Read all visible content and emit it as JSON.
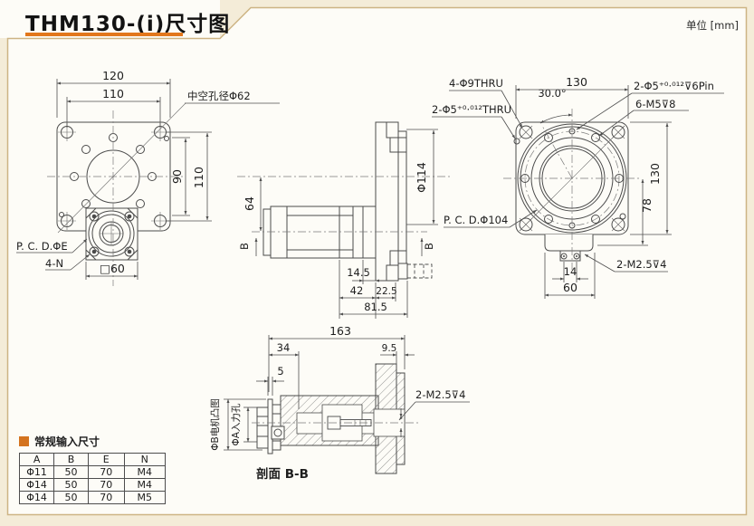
{
  "page": {
    "title": "THM130-(i)尺寸图",
    "unit": "单位 [mm]"
  },
  "front_view": {
    "dim_top_outer": "120",
    "dim_top_inner": "110",
    "dim_bolt_circle": "90",
    "dim_side_holes": "110",
    "label_bore": "中空孔径Φ62",
    "label_pcd": "P. C. D.ΦE",
    "label_holes": "4-N",
    "dim_square": "□60"
  },
  "side_view": {
    "dim_offset": "64",
    "dim_flange": "Φ114",
    "section_marker": "B",
    "dim_b1": "14.5",
    "dim_b2": "42",
    "dim_b3": "22.5",
    "dim_b4": "81.5"
  },
  "rear_view": {
    "label_corner": "4-Φ9THRU",
    "label_pin_thru": "2-Φ5⁺⁰·⁰¹²THRU",
    "dim_width": "130",
    "dim_angle": "30.0°",
    "label_pin_depth": "2-Φ5⁺⁰·⁰¹²⊽6Pin",
    "label_tap": "6-M5⊽8",
    "dim_height": "130",
    "dim_center_height": "78",
    "label_pcd": "P. C. D.Φ104",
    "label_connector": "2-M2.5⊽4",
    "dim_conn": "14",
    "dim_tab": "60"
  },
  "section_view": {
    "dim_total": "163",
    "dim_a": "34",
    "dim_b": "9.5",
    "dim_c": "5",
    "label_screw": "2-M2.5⊽4",
    "label_motor_boss": "ΦB电机凸图",
    "label_input_hole": "ΦA入力孔",
    "caption": "剖面 B-B"
  },
  "input_table": {
    "title": "常规输入尺寸",
    "headers": [
      "A",
      "B",
      "E",
      "N"
    ],
    "rows": [
      [
        "Φ11",
        "50",
        "70",
        "M4"
      ],
      [
        "Φ14",
        "50",
        "70",
        "M4"
      ],
      [
        "Φ14",
        "50",
        "70",
        "M5"
      ]
    ]
  }
}
